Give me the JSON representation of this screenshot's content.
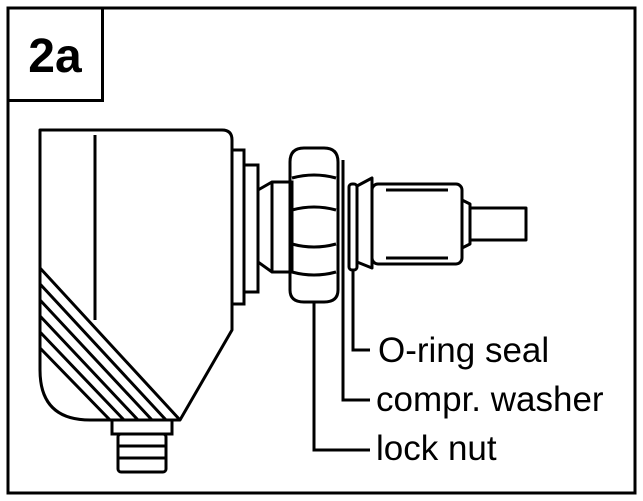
{
  "figure": {
    "label": "2a"
  },
  "callouts": {
    "oring_seal": "O-ring seal",
    "compr_washer": "compr. washer",
    "lock_nut": "lock nut"
  },
  "colors": {
    "ink": "#000000",
    "paper": "#ffffff"
  }
}
